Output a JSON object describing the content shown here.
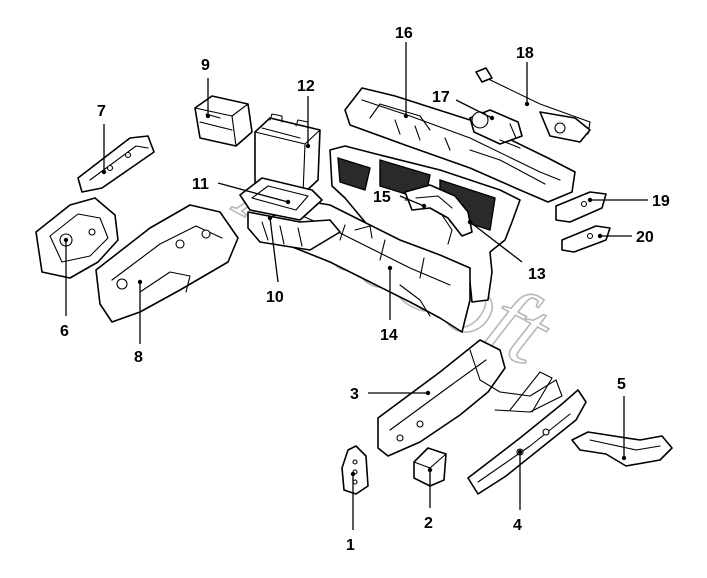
{
  "watermark": "AutoSoft",
  "colors": {
    "line": "#000000",
    "watermark": "#b8b8b8",
    "background": "#ffffff"
  },
  "callouts": [
    {
      "id": "1",
      "label": "1"
    },
    {
      "id": "2",
      "label": "2"
    },
    {
      "id": "3",
      "label": "3"
    },
    {
      "id": "4",
      "label": "4"
    },
    {
      "id": "5",
      "label": "5"
    },
    {
      "id": "6",
      "label": "6"
    },
    {
      "id": "7",
      "label": "7"
    },
    {
      "id": "8",
      "label": "8"
    },
    {
      "id": "9",
      "label": "9"
    },
    {
      "id": "10",
      "label": "10"
    },
    {
      "id": "11",
      "label": "11"
    },
    {
      "id": "12",
      "label": "12"
    },
    {
      "id": "13",
      "label": "13"
    },
    {
      "id": "14",
      "label": "14"
    },
    {
      "id": "15",
      "label": "15"
    },
    {
      "id": "16",
      "label": "16"
    },
    {
      "id": "17",
      "label": "17"
    },
    {
      "id": "18",
      "label": "18"
    },
    {
      "id": "19",
      "label": "19"
    },
    {
      "id": "20",
      "label": "20"
    }
  ]
}
